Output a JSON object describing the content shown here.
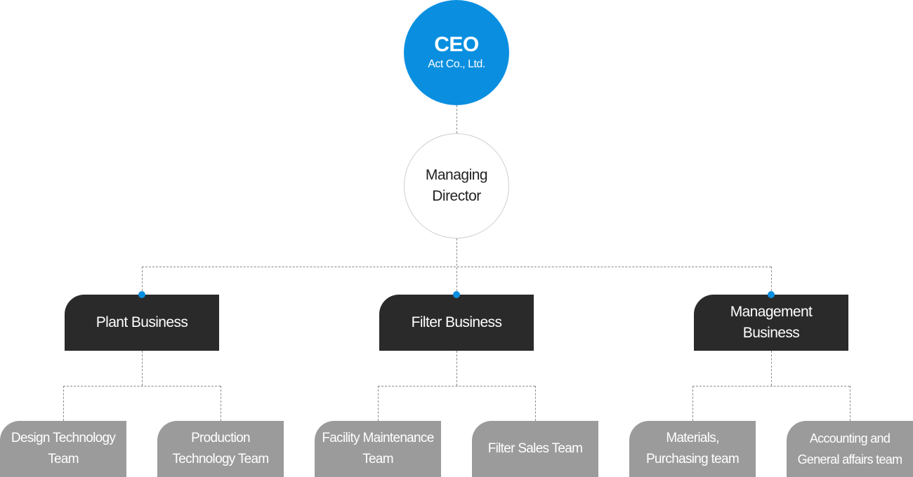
{
  "ceo": {
    "title": "CEO",
    "company": "Act Co., Ltd."
  },
  "managing_director": {
    "label": "Managing Director"
  },
  "businesses": [
    {
      "label": "Plant Business"
    },
    {
      "label": "Filter Business"
    },
    {
      "label": "Management Business"
    }
  ],
  "teams": [
    {
      "label": "Design Technology Team"
    },
    {
      "label": "Production Technology Team"
    },
    {
      "label": "Facility Maintenance Team"
    },
    {
      "label": "Filter Sales Team"
    },
    {
      "label": "Materials, Purchasing team"
    },
    {
      "label": "Accounting and General affairs team"
    }
  ],
  "colors": {
    "accent": "#0a8fe0",
    "business_box": "#2a2a2a",
    "team_box": "#9b9b9b"
  }
}
